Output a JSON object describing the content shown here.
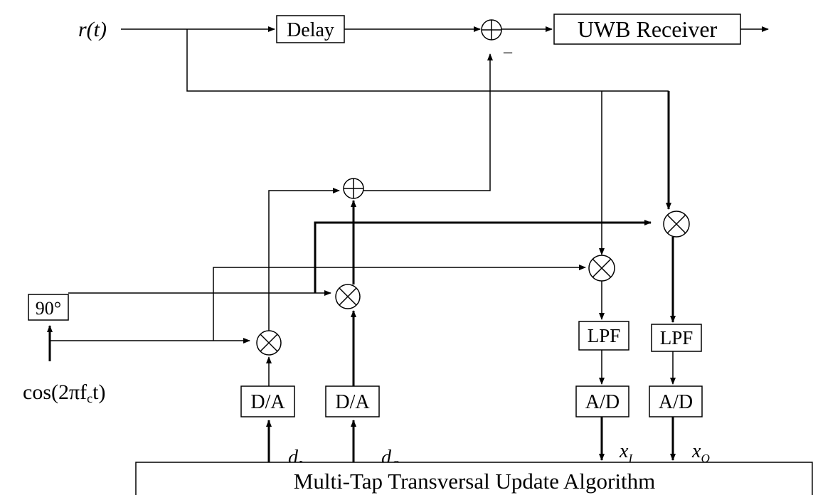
{
  "inputs": {
    "received_signal": "r(t)",
    "carrier": "cos(2πf",
    "carrier_sub": "c",
    "carrier_tail": "t)"
  },
  "blocks": {
    "delay": "Delay",
    "uwb_receiver": "UWB Receiver",
    "phase_shift": "90°",
    "lpf_i": "LPF",
    "lpf_q": "LPF",
    "ad_i": "A/D",
    "ad_q": "A/D",
    "da_i": "D/A",
    "da_q": "D/A",
    "algorithm": "Multi-Tap Transversal Update Algorithm"
  },
  "signals": {
    "minus_sign": "–",
    "d_i": "d",
    "d_i_sub": "I",
    "d_q": "d",
    "d_q_sub": "Q",
    "x_i": "x",
    "x_i_sub": "I",
    "x_q": "x",
    "x_q_sub": "Q"
  }
}
